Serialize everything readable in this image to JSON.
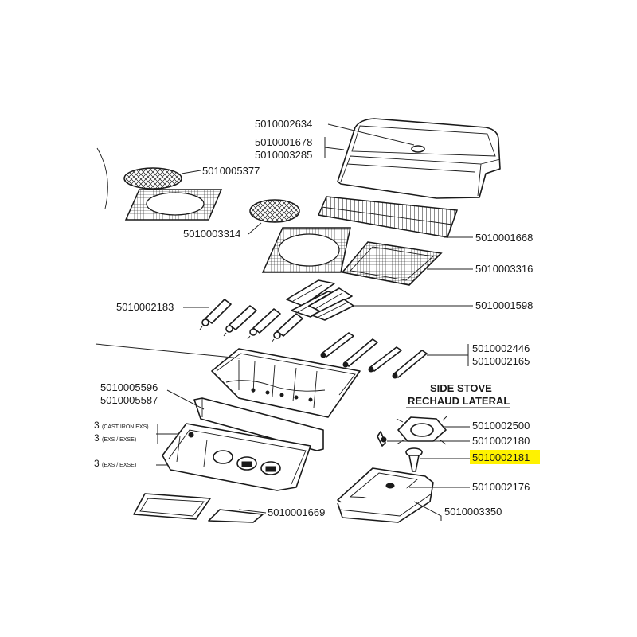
{
  "parts": {
    "lid": "5010002634",
    "lid_alt_a": "5010001678",
    "lid_alt_b": "5010003285",
    "round_grid_small": "5010005377",
    "cast_grid": "5010003314",
    "warming_rack": "5010001668",
    "griddle_plate": "5010003316",
    "flavorizer_bars": "5010001598",
    "burners_left": "5010002183",
    "burners_right_a": "5010002446",
    "burners_right_b": "5010002165",
    "firebox_a": "5010005596",
    "firebox_b": "5010005587",
    "bottom_tray": "5010001669",
    "side_grate": "5010002500",
    "side_igniter": "5010002180",
    "side_burner": "5010002181",
    "side_lid": "5010002176",
    "side_base": "5010003350"
  },
  "side_stove": {
    "title": "SIDE STOVE",
    "subtitle": "RECHAUD LATERAL"
  },
  "variants": {
    "v1": "3",
    "v1_note": "(CAST IRON EXS)",
    "v2": "3",
    "v2_note": "(EXS / EXSE)",
    "v3": "3",
    "v3_note": "(EXS / EXSE)"
  },
  "colors": {
    "highlight": "#fff200",
    "line": "#1a1a1a",
    "background": "#ffffff"
  }
}
